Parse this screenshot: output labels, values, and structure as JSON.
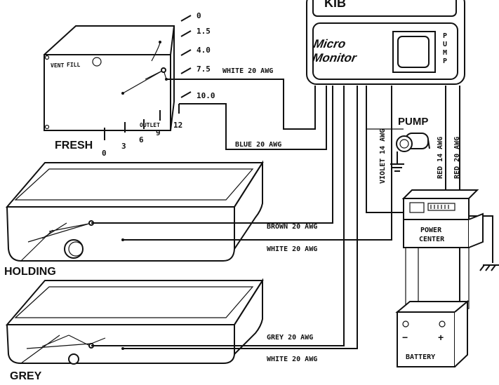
{
  "monitor": {
    "top_label": "KIB",
    "brand_line1": "Micro",
    "brand_line2": "Monitor",
    "pump_letters": [
      "P",
      "U",
      "M",
      "P"
    ]
  },
  "fresh_tank": {
    "title": "FRESH",
    "vent": "VENT",
    "fill": "FILL",
    "outlet": "OUTLET",
    "gauge_right": [
      "0",
      "1.5",
      "4.0",
      "7.5",
      "10.0"
    ],
    "gauge_bottom": [
      "0",
      "3",
      "6",
      "9",
      "12"
    ]
  },
  "tanks": {
    "holding": "HOLDING",
    "grey": "GREY"
  },
  "wires": {
    "white_fresh": "WHITE 20 AWG",
    "blue": "BLUE 20 AWG",
    "brown": "BROWN 20 AWG",
    "white_holding": "WHITE 20 AWG",
    "grey": "GREY 20 AWG",
    "white_grey": "WHITE 20 AWG",
    "violet": "VIOLET 14 AWG",
    "red14": "RED 14 AWG",
    "red20": "RED 20 AWG"
  },
  "pump": {
    "label": "PUMP"
  },
  "power_center": {
    "line1": "POWER",
    "line2": "CENTER"
  },
  "battery": {
    "label": "BATTERY",
    "minus": "−",
    "plus": "+"
  }
}
